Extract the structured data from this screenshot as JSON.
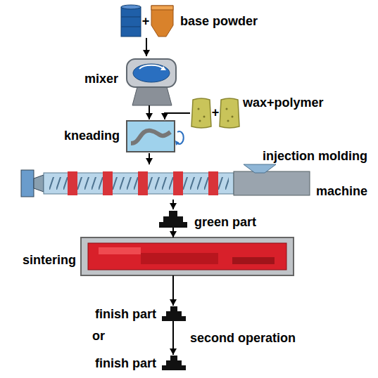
{
  "diagram": {
    "nodes": [
      {
        "text": [
          "base powder"
        ]
      },
      {
        "text": [
          "mixer"
        ]
      },
      {
        "text": [
          "wax+polymer"
        ]
      },
      {
        "text": [
          "kneading"
        ]
      },
      {
        "text": [
          "injection molding machine"
        ]
      },
      {
        "text": [
          "green part"
        ]
      },
      {
        "text": [
          "sintering"
        ]
      },
      {
        "text": [
          "finish part"
        ]
      },
      {
        "text": [
          "finish part"
        ]
      }
    ],
    "edges": [
      {
        "from": 0,
        "to": 1,
        "arrow": "to"
      },
      {
        "from": 1,
        "to": 3,
        "arrow": "to"
      },
      {
        "from": 2,
        "to": 3,
        "arrow": "to"
      },
      {
        "from": 3,
        "to": 4,
        "arrow": "to"
      },
      {
        "from": 4,
        "to": 5,
        "arrow": "to"
      },
      {
        "from": 5,
        "to": 6,
        "arrow": "to"
      },
      {
        "from": 6,
        "to": 7,
        "arrow": "to"
      },
      {
        "from": 7,
        "to": 8,
        "label": "second operation",
        "arrow": "to"
      }
    ],
    "labels": [
      "+",
      "+",
      "or"
    ]
  }
}
